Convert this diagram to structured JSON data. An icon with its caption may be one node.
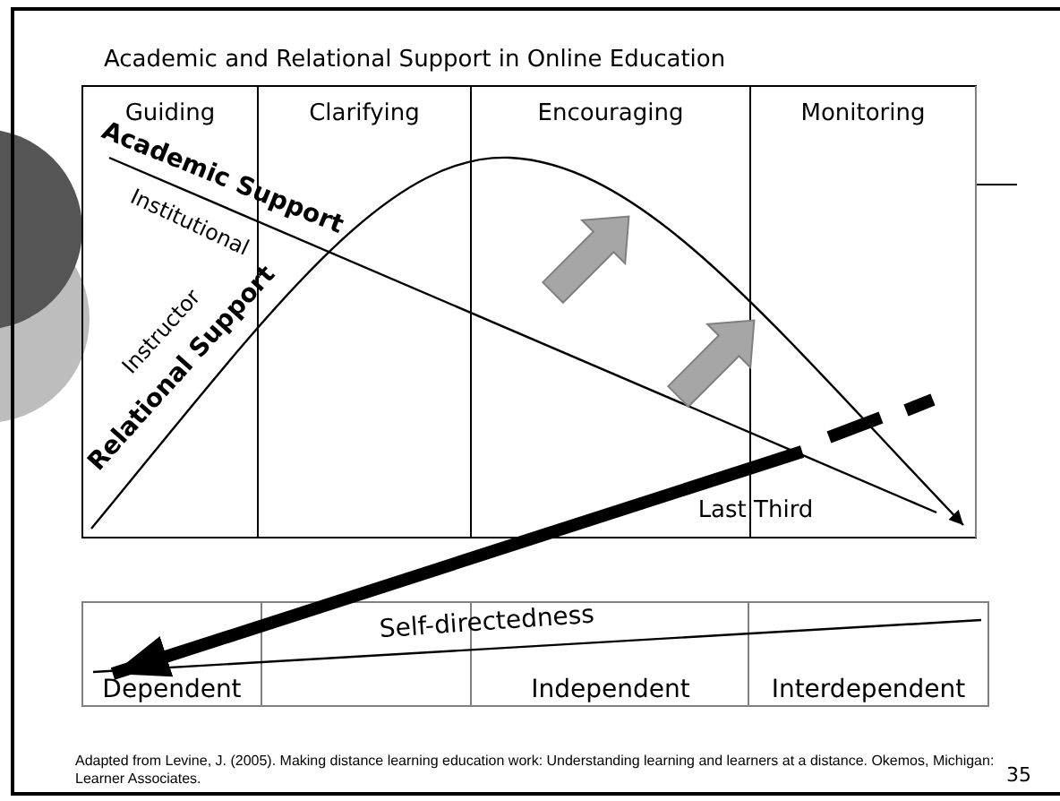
{
  "diagram": {
    "title": "Academic and Relational Support in Online Education",
    "caption": "Adapted from Levine, J. (2005). Making distance learning education work: Understanding learning and learners at a distance. Okemos, Michigan:  Learner Associates.",
    "nodes": [
      {
        "text": [
          "Guiding"
        ]
      },
      {
        "text": [
          "Clarifying"
        ]
      },
      {
        "text": [
          "Encouraging"
        ]
      },
      {
        "text": [
          "Monitoring"
        ]
      },
      {
        "text": [
          "Dependent"
        ]
      },
      {
        "text": [
          "Independent"
        ]
      },
      {
        "text": [
          "Interdependent"
        ]
      }
    ],
    "edges": [
      {
        "from": null,
        "to": 4,
        "arrow": "to"
      }
    ],
    "labels": [
      "Academic Support",
      "Institutional",
      "Instructor",
      "Relational Support",
      "Last Third",
      "Self-directedness",
      "35"
    ]
  }
}
